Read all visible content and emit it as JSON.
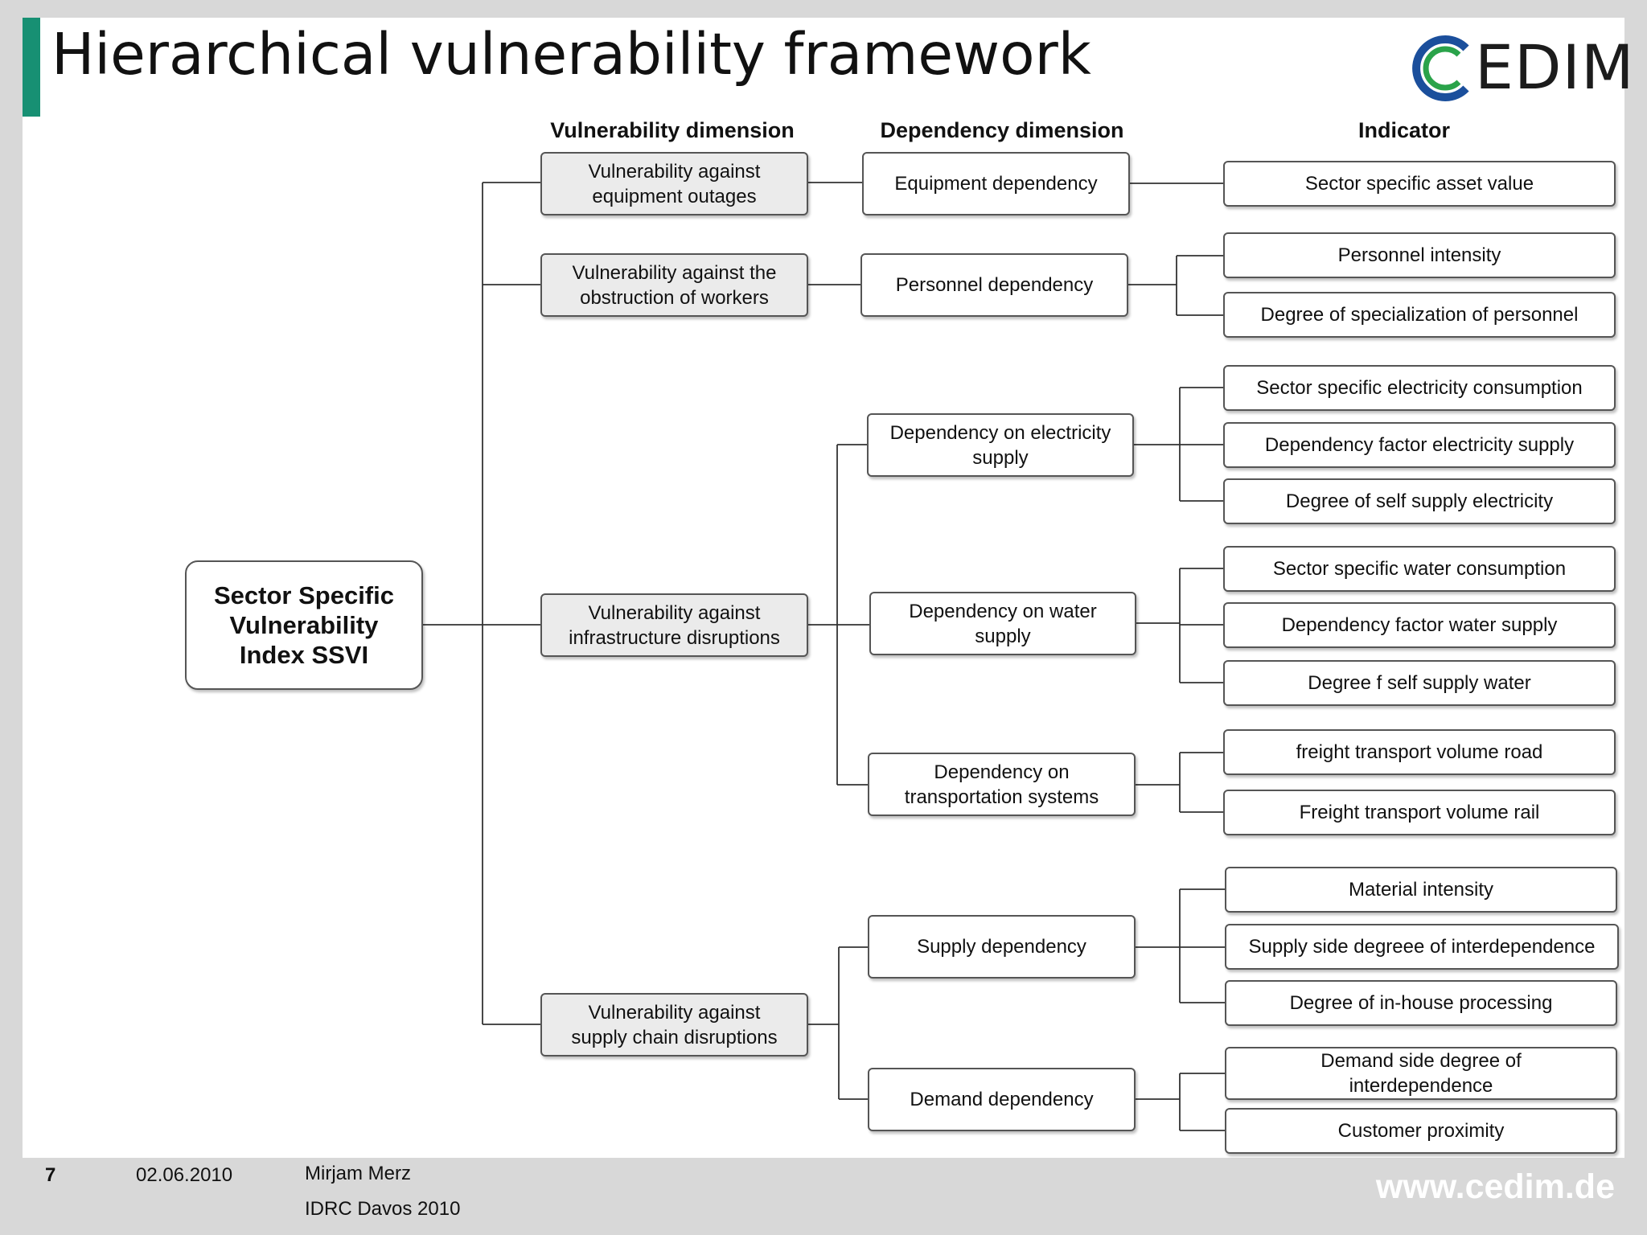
{
  "slide": {
    "title": "Hierarchical vulnerability framework",
    "accent_color": "#179073",
    "logo": {
      "text": "EDIM",
      "ring_colors": [
        "#1b4f9c",
        "#2aa34a"
      ]
    }
  },
  "headers": {
    "vulnerability": "Vulnerability dimension",
    "dependency": "Dependency dimension",
    "indicator": "Indicator"
  },
  "root": {
    "label": "Sector Specific\nVulnerability\nIndex SSVI"
  },
  "vulnerabilities": [
    "Vulnerability against\nequipment outages",
    "Vulnerability against the\nobstruction of workers",
    "Vulnerability against\ninfrastructure disruptions",
    "Vulnerability against\nsupply chain disruptions"
  ],
  "dependencies": [
    "Equipment dependency",
    "Personnel dependency",
    "Dependency on electricity\nsupply",
    "Dependency on water\nsupply",
    "Dependency on\ntransportation systems",
    "Supply dependency",
    "Demand dependency"
  ],
  "indicators": [
    "Sector specific  asset value",
    "Personnel intensity",
    "Degree of specialization of personnel",
    "Sector specific electricity consumption",
    "Dependency factor electricity supply",
    "Degree of self supply electricity",
    "Sector specific water consumption",
    "Dependency factor water supply",
    "Degree f self supply water",
    "freight transport volume road",
    "Freight transport volume rail",
    "Material intensity",
    "Supply side degreee of interdependence",
    "Degree of in-house processing",
    "Demand side degree of\ninterdependence",
    "Customer proximity"
  ],
  "footer": {
    "page_number": "7",
    "date": "02.06.2010",
    "author": "Mirjam Merz",
    "event": "IDRC Davos 2010",
    "url": "www.cedim.de"
  }
}
